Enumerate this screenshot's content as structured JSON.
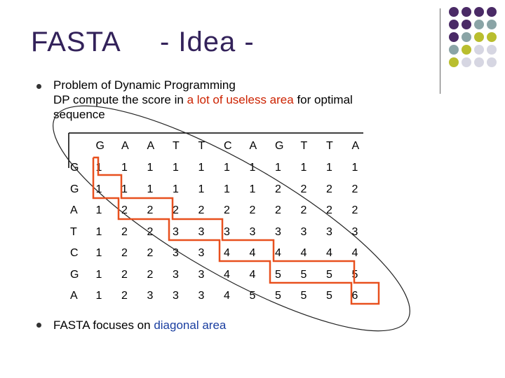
{
  "title": {
    "main": "FASTA",
    "sub": "- Idea -"
  },
  "decor": {
    "dot_colors": [
      "#4a2a66",
      "#4a2a66",
      "#4a2a66",
      "#4a2a66",
      "#4a2a66",
      "#4a2a66",
      "#8aa4a6",
      "#8aa4a6",
      "#4a2a66",
      "#8aa4a6",
      "#b9be2e",
      "#b9be2e",
      "#8aa4a6",
      "#b9be2e",
      "#d6d6e2",
      "#d6d6e2",
      "#b9be2e",
      "#d6d6e2",
      "#d6d6e2",
      "#d6d6e2"
    ],
    "highlight_color": "#e8501e"
  },
  "bullet1": {
    "line1": "Problem of Dynamic Programming",
    "line2_prefix": "DP compute  the score in ",
    "line2_highlight": "a lot of useless area",
    "line2_suffix": " for optimal",
    "line3": "sequence"
  },
  "bullet2": {
    "prefix": "FASTA focuses on ",
    "highlight": "diagonal area"
  },
  "matrix": {
    "header": [
      "G",
      "A",
      "A",
      "T",
      "T",
      "C",
      "A",
      "G",
      "T",
      "T",
      "A"
    ],
    "rows": [
      {
        "label": "G",
        "values": [
          "1",
          "1",
          "1",
          "1",
          "1",
          "1",
          "1",
          "1",
          "1",
          "1",
          "1"
        ]
      },
      {
        "label": "G",
        "values": [
          "1",
          "1",
          "1",
          "1",
          "1",
          "1",
          "1",
          "2",
          "2",
          "2",
          "2"
        ]
      },
      {
        "label": "A",
        "values": [
          "1",
          "2",
          "2",
          "2",
          "2",
          "2",
          "2",
          "2",
          "2",
          "2",
          "2"
        ]
      },
      {
        "label": "T",
        "values": [
          "1",
          "2",
          "2",
          "3",
          "3",
          "3",
          "3",
          "3",
          "3",
          "3",
          "3"
        ]
      },
      {
        "label": "C",
        "values": [
          "1",
          "2",
          "2",
          "3",
          "3",
          "4",
          "4",
          "4",
          "4",
          "4",
          "4"
        ]
      },
      {
        "label": "G",
        "values": [
          "1",
          "2",
          "2",
          "3",
          "3",
          "4",
          "4",
          "5",
          "5",
          "5",
          "5"
        ]
      },
      {
        "label": "A",
        "values": [
          "1",
          "2",
          "3",
          "3",
          "3",
          "4",
          "5",
          "5",
          "5",
          "5",
          "6"
        ]
      }
    ]
  }
}
